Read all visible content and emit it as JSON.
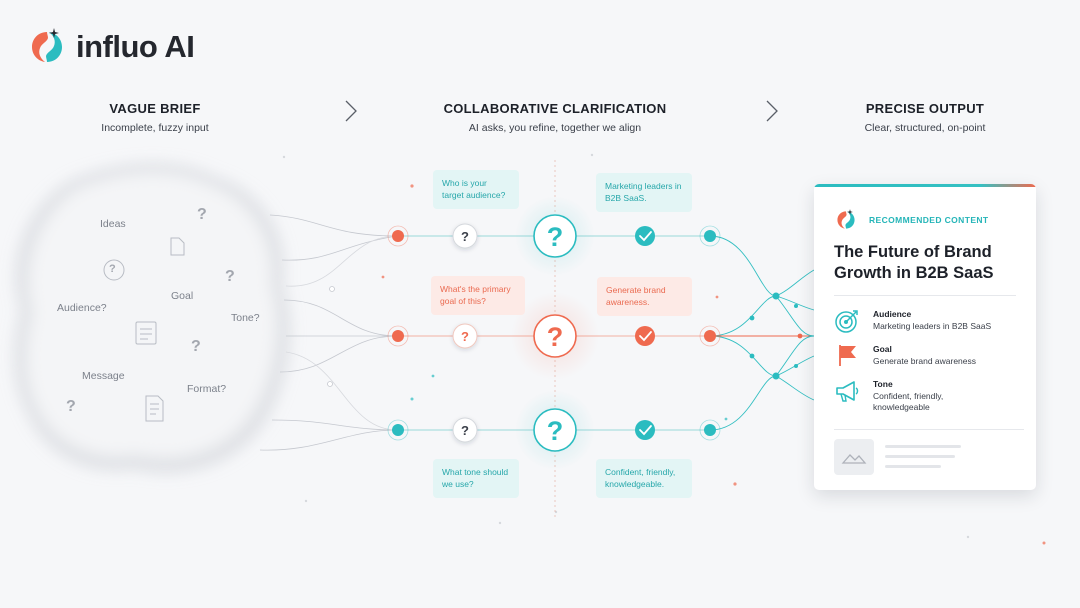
{
  "brand": {
    "name": "influo AI",
    "accent_teal": "#2bbcc0",
    "accent_coral": "#ef6a4f"
  },
  "stages": [
    {
      "title": "VAGUE BRIEF",
      "subtitle": "Incomplete, fuzzy input"
    },
    {
      "title": "COLLABORATIVE CLARIFICATION",
      "subtitle": "AI asks, you refine, together we align"
    },
    {
      "title": "PRECISE OUTPUT",
      "subtitle": "Clear, structured, on-point"
    }
  ],
  "cloud": {
    "words": [
      "Ideas",
      "Audience?",
      "Goal",
      "Tone?",
      "Message",
      "Format?"
    ],
    "question_mark": "?"
  },
  "rows": [
    {
      "color": "teal",
      "question": "Who is your target audience?",
      "answer": "Marketing leaders in B2B SaaS."
    },
    {
      "color": "coral",
      "question": "What's the primary goal of this?",
      "answer": "Generate brand awareness."
    },
    {
      "color": "teal",
      "question": "What tone should we use?",
      "answer": "Confident, friendly, knowledgeable."
    }
  ],
  "output_card": {
    "label": "RECOMMENDED CONTENT",
    "title": "The Future of Brand Growth in B2B SaaS",
    "attributes": [
      {
        "icon": "target-icon",
        "label": "Audience",
        "value": "Marketing leaders in B2B SaaS"
      },
      {
        "icon": "flag-icon",
        "label": "Goal",
        "value": "Generate brand awareness"
      },
      {
        "icon": "megaphone-icon",
        "label": "Tone",
        "value": "Confident, friendly, knowledgeable"
      }
    ],
    "thumbnail_icon": "image-icon"
  }
}
